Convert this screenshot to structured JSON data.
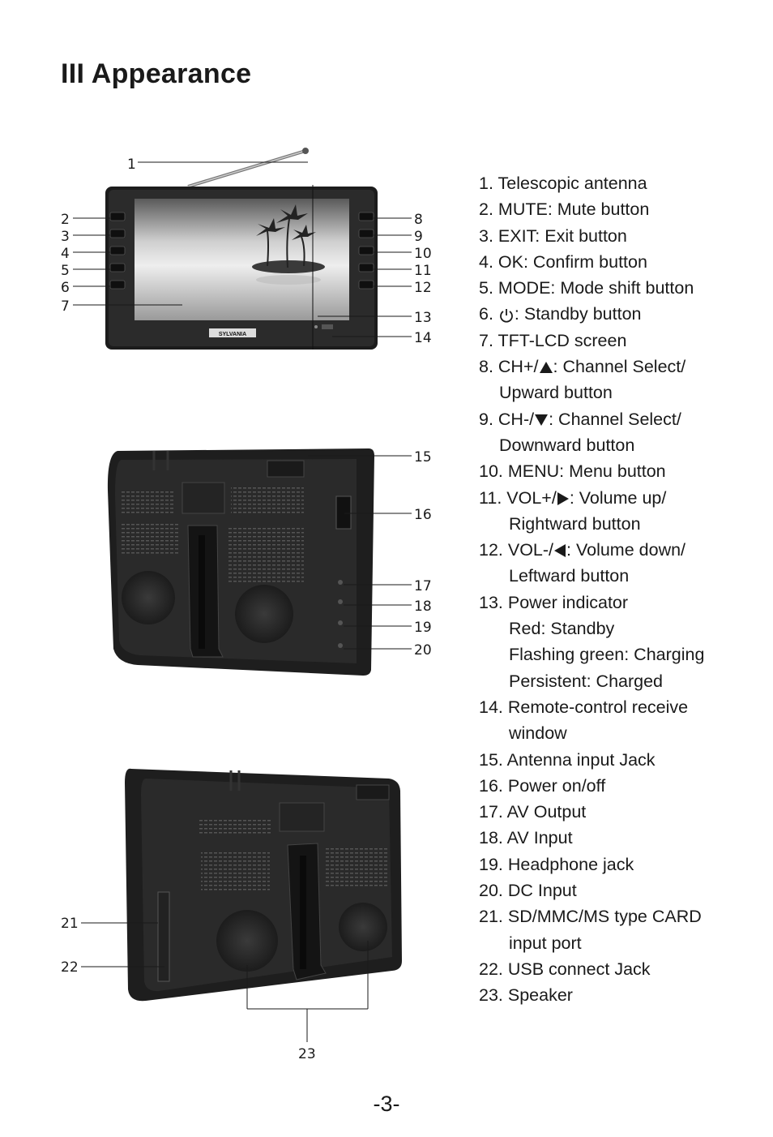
{
  "heading": "III  Appearance",
  "page_number": "-3-",
  "brand": "SYLVANIA",
  "callouts": [
    "1",
    "2",
    "3",
    "4",
    "5",
    "6",
    "7",
    "8",
    "9",
    "10",
    "11",
    "12",
    "13",
    "14",
    "15",
    "16",
    "17",
    "18",
    "19",
    "20",
    "21",
    "22",
    "23"
  ],
  "legend": {
    "l1": "1. Telescopic antenna",
    "l2": "2. MUTE: Mute button",
    "l3": "3. EXIT: Exit button",
    "l4": "4. OK: Confirm button",
    "l5": "5. MODE: Mode shift button",
    "l6a": "6. ",
    "l6b": ": Standby button",
    "l7": "7. TFT-LCD screen",
    "l8a": "8. CH+/",
    "l8b": ": Channel Select/",
    "l8c": "Upward button",
    "l9a": "9. CH-/",
    "l9b": ": Channel Select/",
    "l9c": "Downward button",
    "l10": "10. MENU: Menu button",
    "l11a": "11. VOL+/",
    "l11b": ": Volume up/",
    "l11c": "Rightward button",
    "l12a": "12. VOL-/",
    "l12b": ": Volume down/",
    "l12c": "Leftward button",
    "l13": "13. Power indicator",
    "l13a": "Red: Standby",
    "l13b": "Flashing green: Charging",
    "l13c": "Persistent: Charged",
    "l14": "14. Remote-control receive",
    "l14b": "window",
    "l15": "15. Antenna input Jack",
    "l16": "16. Power on/off",
    "l17": "17. AV Output",
    "l18": "18. AV Input",
    "l19": "19. Headphone jack",
    "l20": "20. DC Input",
    "l21": "21. SD/MMC/MS type CARD",
    "l21b": "input port",
    "l22": "22. USB connect Jack",
    "l23": "23. Speaker"
  },
  "icons": [
    "power-icon",
    "triangle-up-icon",
    "triangle-down-icon",
    "triangle-right-icon",
    "triangle-left-icon"
  ]
}
